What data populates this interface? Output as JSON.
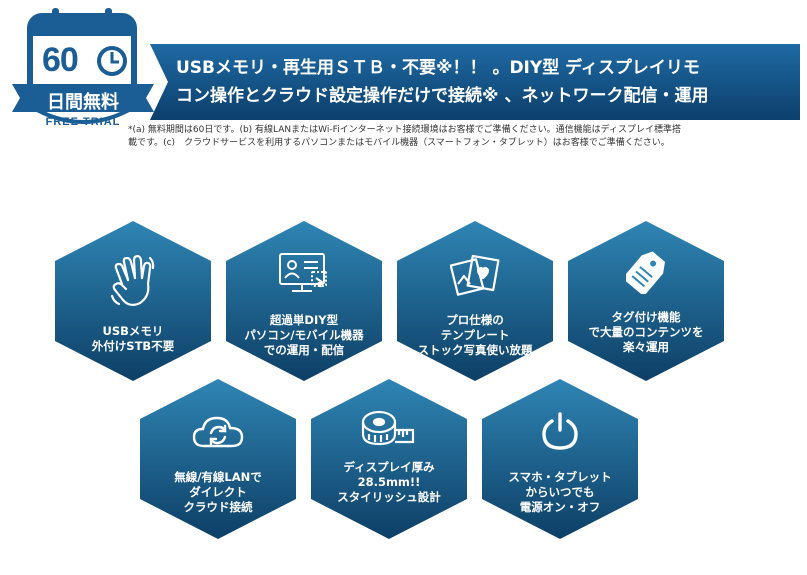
{
  "badge": {
    "number": "60",
    "days_label": "日間無料",
    "trial_label": "FREE TRIAL",
    "icon": "clock-icon"
  },
  "banner": {
    "line1": "USBメモリ・再生用ＳＴＢ・不要※！！ 。DIY型 ディスプレイリモ",
    "line2": "コン操作とクラウド設定操作だけで接続※ 、ネットワーク配信・運用"
  },
  "footnote": {
    "line1": "*(a) 無料期間は60日です。(b) 有線LANまたはWi-Fiインターネット接続環境はお客様でご準備ください。通信機能はディスプレイ標準搭",
    "line2": "載です。(c)　クラウドサービスを利用するパソコンまたはモバイル機器（スマートフォン・タブレット）はお客様でご準備ください。"
  },
  "features": [
    {
      "icon": "hand-wave-icon",
      "lines": [
        "USBメモリ",
        "外付けSTB不要"
      ]
    },
    {
      "icon": "computer-user-icon",
      "lines": [
        "超過単DIY型",
        "パソコン/モバイル機器",
        "での運用・配信"
      ]
    },
    {
      "icon": "photos-icon",
      "lines": [
        "プロ仕様の",
        "テンプレート",
        "ストック写真使い放題"
      ]
    },
    {
      "icon": "tag-icon",
      "lines": [
        "タグ付け機能",
        "で大量のコンテンツを",
        "楽々運用"
      ]
    },
    {
      "icon": "cloud-sync-icon",
      "lines": [
        "無線/有線LANで",
        "ダイレクト",
        "クラウド接続"
      ]
    },
    {
      "icon": "tape-measure-icon",
      "lines": [
        "ディスプレイ厚み",
        "28.5mm!!",
        "スタイリッシュ設計"
      ]
    },
    {
      "icon": "power-icon",
      "lines": [
        "スマホ・タブレット",
        "からいつでも",
        "電源オン・オフ"
      ]
    }
  ],
  "colors": {
    "brand_blue": "#1b5e96",
    "hex_top": "#2f85b4",
    "hex_bottom": "#0d3f66",
    "banner_top": "#1f6aa4",
    "banner_bottom": "#0c3f6b"
  }
}
